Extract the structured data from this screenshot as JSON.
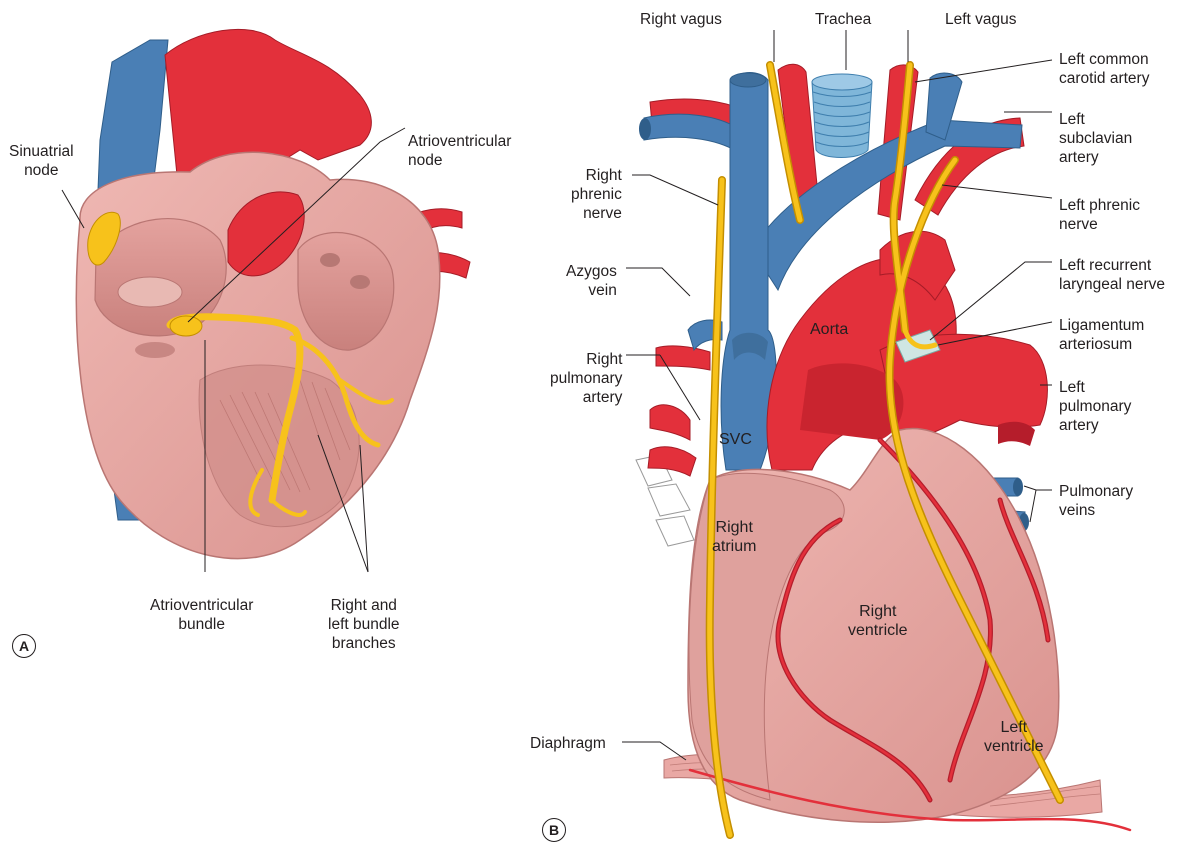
{
  "panels": {
    "a": "A",
    "b": "B"
  },
  "labels_a": {
    "sinuatrial_node": [
      "Sinuatrial",
      "node"
    ],
    "atrioventricular_node": [
      "Atrioventricular",
      "node"
    ],
    "atrioventricular_bundle": [
      "Atrioventricular",
      "bundle"
    ],
    "bundle_branches": [
      "Right and",
      "left bundle",
      "branches"
    ]
  },
  "labels_b": {
    "right_vagus": [
      "Right vagus"
    ],
    "trachea": [
      "Trachea"
    ],
    "left_vagus": [
      "Left vagus"
    ],
    "left_common_carotid": [
      "Left common",
      "carotid artery"
    ],
    "left_subclavian": [
      "Left",
      "subclavian",
      "artery"
    ],
    "right_phrenic": [
      "Right",
      "phrenic",
      "nerve"
    ],
    "left_phrenic": [
      "Left phrenic",
      "nerve"
    ],
    "azygos": [
      "Azygos",
      "vein"
    ],
    "left_recurrent": [
      "Left recurrent",
      "laryngeal nerve"
    ],
    "ligamentum": [
      "Ligamentum",
      "arteriosum"
    ],
    "right_pulmonary": [
      "Right",
      "pulmonary",
      "artery"
    ],
    "left_pulmonary": [
      "Left",
      "pulmonary",
      "artery"
    ],
    "pulmonary_veins": [
      "Pulmonary",
      "veins"
    ],
    "diaphragm": [
      "Diaphragm"
    ]
  },
  "inner_labels_b": {
    "aorta": [
      "Aorta"
    ],
    "svc": [
      "SVC"
    ],
    "right_atrium": [
      "Right",
      "atrium"
    ],
    "right_ventricle": [
      "Right",
      "ventricle"
    ],
    "left_ventricle": [
      "Left",
      "ventricle"
    ]
  },
  "colors": {
    "vein_blue": "#4a7fb5",
    "artery_red": "#e3303b",
    "dark_red": "#b51d2b",
    "heart_pink": "#e9a8a4",
    "chamber_pink": "#d88f8b",
    "nerve_yellow": "#f7c21b",
    "trachea_blue": "#7fb6d9",
    "leader": "#231f20"
  }
}
